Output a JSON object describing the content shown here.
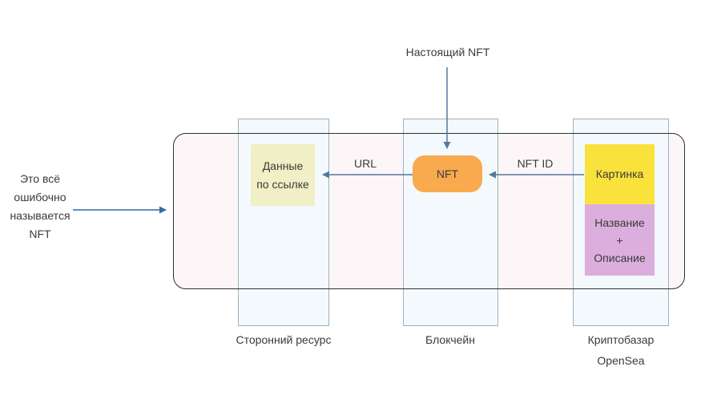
{
  "colors": {
    "page_bg": "#ffffff",
    "text": "#3a3a3a",
    "container_fill": "#fdf6f8",
    "container_border": "#2f2f2f",
    "lane_fill": "#f3f9fc",
    "lane_border": "#a0b1bc",
    "linked_data_fill": "#f0efc5",
    "nft_fill": "#f9a94e",
    "image_fill": "#fae23c",
    "metadata_fill": "#dcaede",
    "arrow": "#54799f",
    "callout_arrow": "#2f6ba8"
  },
  "callout": {
    "lines": [
      "Это всё",
      "ошибочно",
      "называется",
      "NFT"
    ]
  },
  "annotations": {
    "real_nft": "Настоящий NFT"
  },
  "edges": {
    "url": "URL",
    "nft_id": "NFT ID"
  },
  "nodes": {
    "linked_data": {
      "lines": [
        "Данные",
        "по ссылке"
      ]
    },
    "nft": {
      "label": "NFT"
    },
    "image": {
      "label": "Картинка"
    },
    "metadata": {
      "lines": [
        "Название",
        "+",
        "Описание"
      ]
    }
  },
  "lanes": [
    {
      "id": "external",
      "label_lines": [
        "Сторонний ресурс"
      ]
    },
    {
      "id": "blockchain",
      "label_lines": [
        "Блокчейн"
      ]
    },
    {
      "id": "marketplace",
      "label_lines": [
        "Криптобазар",
        "OpenSea"
      ]
    }
  ]
}
